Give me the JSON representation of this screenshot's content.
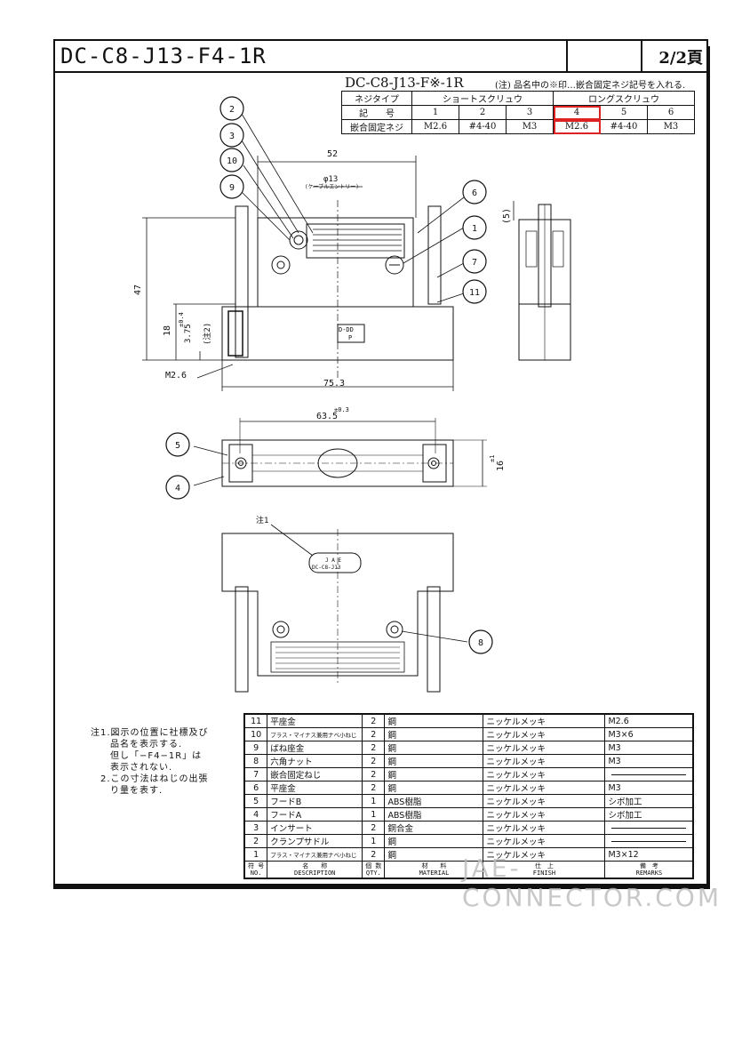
{
  "header": {
    "title": "DC-C8-J13-F4-1R",
    "page": "2/2頁"
  },
  "spec": {
    "heading": "DC-C8-J13-F※-1R",
    "note": "(注) 品名中の※印…嵌合固定ネジ記号を入れる.",
    "row_type_label": "ネジタイプ",
    "short_label": "ショートスクリュウ",
    "long_label": "ロングスクリュウ",
    "row_code_label": "記　　号",
    "codes": [
      "1",
      "2",
      "3",
      "4",
      "5",
      "6"
    ],
    "row_screw_label": "嵌合固定ネジ",
    "screws": [
      "M2.6",
      "#4-40",
      "M3",
      "M2.6",
      "#4-40",
      "M3"
    ]
  },
  "dims": {
    "d52": "52",
    "phi13": "φ13",
    "phi13_sub": "(ケーブルエントリー)",
    "d47": "47",
    "d18": "18",
    "d375": "3.75",
    "tol04": "±0.4",
    "note2": "(注2)",
    "m26": "M2.6",
    "d753": "75.3",
    "d635": "63.5",
    "tol03": "±0.3",
    "d16": "16",
    "tol1": "±1",
    "d5": "(5)",
    "note1": "注1",
    "marking_top": "J A E",
    "marking_bottom": "DC-C8-J13",
    "dd_label_top": "D-DD",
    "dd_label_bottom": "P"
  },
  "balloons": [
    "2",
    "3",
    "10",
    "9",
    "6",
    "1",
    "7",
    "11",
    "5",
    "4",
    "8"
  ],
  "notes": [
    "注1.図示の位置に社標及び",
    "　　品名を表示する.",
    "　　但し「−F4−1R」は",
    "　　表示されない.",
    "　2.この寸法はねじの出張",
    "　　り量を表す."
  ],
  "parts": [
    {
      "no": "11",
      "name": "平座金",
      "qty": "2",
      "material": "鋼",
      "finish": "ニッケルメッキ",
      "remarks": "M2.6"
    },
    {
      "no": "10",
      "name": "プラス・マイナス兼用ナベ小ねじ",
      "qty": "2",
      "material": "鋼",
      "finish": "ニッケルメッキ",
      "remarks": "M3×6"
    },
    {
      "no": "9",
      "name": "ばね座金",
      "qty": "2",
      "material": "鋼",
      "finish": "ニッケルメッキ",
      "remarks": "M3"
    },
    {
      "no": "8",
      "name": "六角ナット",
      "qty": "2",
      "material": "鋼",
      "finish": "ニッケルメッキ",
      "remarks": "M3"
    },
    {
      "no": "7",
      "name": "嵌合固定ねじ",
      "qty": "2",
      "material": "鋼",
      "finish": "ニッケルメッキ",
      "remarks": ""
    },
    {
      "no": "6",
      "name": "平座金",
      "qty": "2",
      "material": "鋼",
      "finish": "ニッケルメッキ",
      "remarks": "M3"
    },
    {
      "no": "5",
      "name": "フードB",
      "qty": "1",
      "material": "ABS樹脂",
      "finish": "ニッケルメッキ",
      "remarks": "シボ加工"
    },
    {
      "no": "4",
      "name": "フードA",
      "qty": "1",
      "material": "ABS樹脂",
      "finish": "ニッケルメッキ",
      "remarks": "シボ加工"
    },
    {
      "no": "3",
      "name": "インサート",
      "qty": "2",
      "material": "銅合金",
      "finish": "ニッケルメッキ",
      "remarks": ""
    },
    {
      "no": "2",
      "name": "クランプサドル",
      "qty": "1",
      "material": "鋼",
      "finish": "ニッケルメッキ",
      "remarks": ""
    },
    {
      "no": "1",
      "name": "プラス・マイナス兼用ナベ小ねじ",
      "qty": "2",
      "material": "鋼",
      "finish": "ニッケルメッキ",
      "remarks": "M3×12"
    }
  ],
  "parts_header": {
    "no_jp": "符 号",
    "no_en": "NO.",
    "name_jp": "名　　称",
    "name_en": "DESCRIPTION",
    "qty_jp": "個 数",
    "qty_en": "QTY.",
    "mat_jp": "材　　料",
    "mat_en": "MATERIAL",
    "fin_jp": "仕　上",
    "fin_en": "FINISH",
    "rem_jp": "備　考",
    "rem_en": "REMARKS"
  },
  "watermark": "JAE-CONNECTOR.COM"
}
